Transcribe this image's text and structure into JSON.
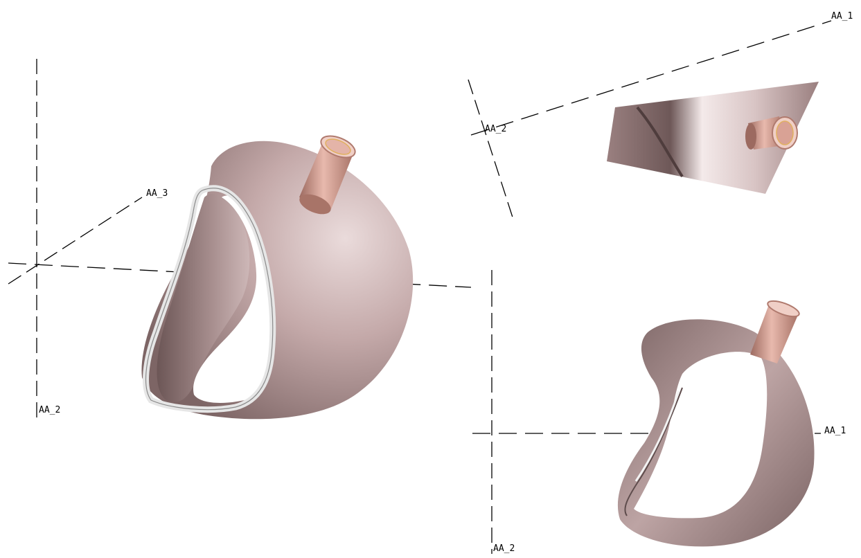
{
  "labels": {
    "left_view": {
      "axis_a": "AA_3",
      "axis_b": "AA_2"
    },
    "top_right_view": {
      "axis_a": "AA_1",
      "axis_b": "AA_2"
    },
    "bottom_right_view": {
      "axis_a": "AA_1",
      "axis_b": "AA_2"
    }
  },
  "colors": {
    "part_body": "#b39a9a",
    "part_highlight": "#ecdede",
    "part_shadow": "#6f5a5a",
    "rim": "#d8d8d8",
    "pipe": "#d29a8c",
    "pipe_edge": "#e0b060"
  }
}
